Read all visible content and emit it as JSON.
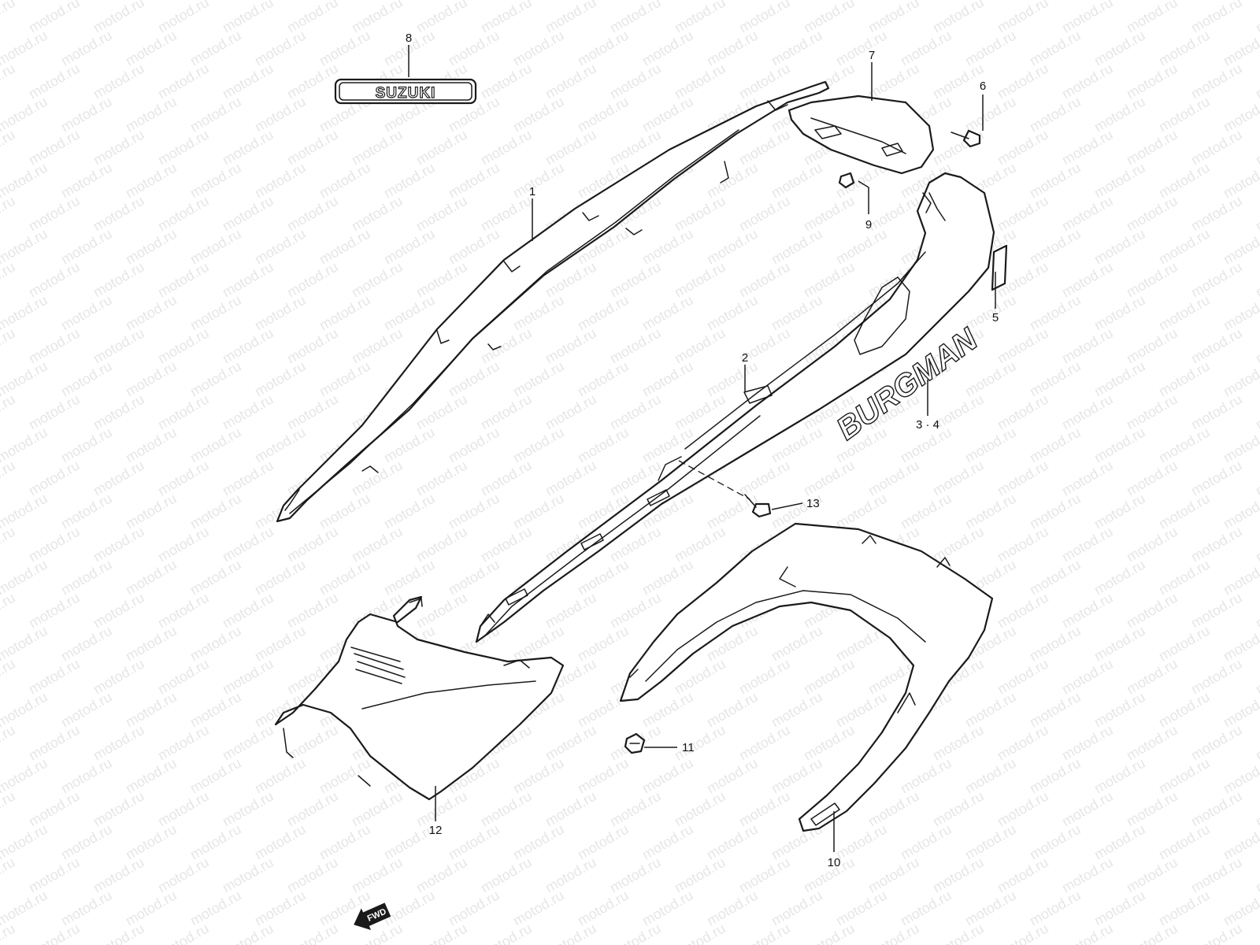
{
  "watermark": {
    "text": "motod.ru"
  },
  "diagram": {
    "logo_text": "SUZUKI",
    "model_decal_text": "BURGMAN",
    "direction_label": "FWD",
    "callouts": {
      "c1": "1",
      "c2": "2",
      "c34": "3 · 4",
      "c5": "5",
      "c6": "6",
      "c7": "7",
      "c8": "8",
      "c9": "9",
      "c10": "10",
      "c11": "11",
      "c12": "12",
      "c13": "13"
    }
  }
}
